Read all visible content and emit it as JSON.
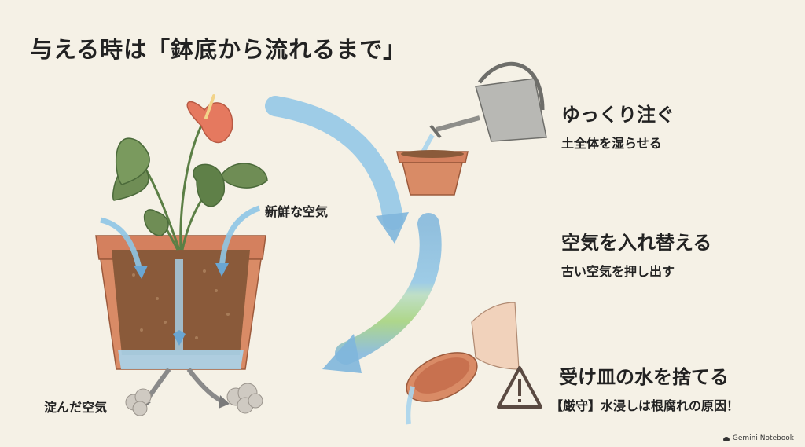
{
  "title": "与える時は「鉢底から流れるまで」",
  "labels": {
    "fresh_air": "新鮮な空気",
    "stale_air": "淀んだ空気"
  },
  "steps": [
    {
      "title": "ゆっくり注ぐ",
      "subtitle": "土全体を湿らせる"
    },
    {
      "title": "空気を入れ替える",
      "subtitle": "古い空気を押し出す"
    },
    {
      "title": "受け皿の水を捨てる",
      "subtitle": "【厳守】水浸しは根腐れの原因！"
    }
  ],
  "branding": "Gemini Notebook",
  "colors": {
    "background": "#f5f1e6",
    "pot": "#d4805e",
    "soil": "#8a5a3a",
    "leaf": "#6f8d55",
    "flower": "#e5795f",
    "arrow_blue": "#7fb6dc",
    "arrow_green": "#9fcf78",
    "warning": "#5a4a42"
  }
}
